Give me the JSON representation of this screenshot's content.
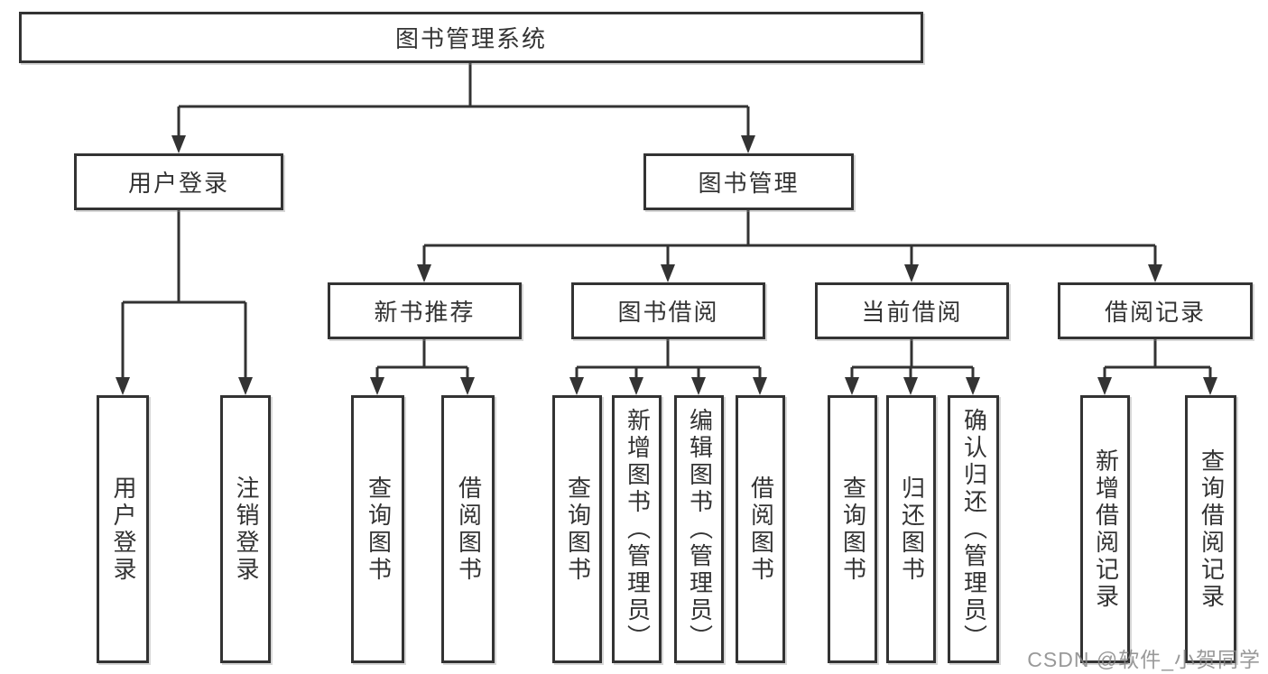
{
  "diagram": {
    "title": "图书管理系统",
    "root": {
      "label": "图书管理系统"
    },
    "level2": [
      {
        "label": "用户登录"
      },
      {
        "label": "图书管理"
      }
    ],
    "level3": [
      {
        "label": "新书推荐",
        "parent": "图书管理"
      },
      {
        "label": "图书借阅",
        "parent": "图书管理"
      },
      {
        "label": "当前借阅",
        "parent": "图书管理"
      },
      {
        "label": "借阅记录",
        "parent": "图书管理"
      }
    ],
    "leaves": [
      {
        "label": "用户登录",
        "parent": "用户登录"
      },
      {
        "label": "注销登录",
        "parent": "用户登录"
      },
      {
        "label": "查询图书",
        "parent": "新书推荐"
      },
      {
        "label": "借阅图书",
        "parent": "新书推荐"
      },
      {
        "label": "查询图书",
        "parent": "图书借阅"
      },
      {
        "label": "新增图书（管理员）",
        "parent": "图书借阅"
      },
      {
        "label": "编辑图书（管理员）",
        "parent": "图书借阅"
      },
      {
        "label": "借阅图书",
        "parent": "图书借阅"
      },
      {
        "label": "查询图书",
        "parent": "当前借阅"
      },
      {
        "label": "归还图书",
        "parent": "当前借阅"
      },
      {
        "label": "确认归还（管理员）",
        "parent": "当前借阅"
      },
      {
        "label": "新增借阅记录",
        "parent": "借阅记录"
      },
      {
        "label": "查询借阅记录",
        "parent": "借阅记录"
      }
    ]
  },
  "watermark": {
    "text": "CSDN @软件_小贺同学"
  },
  "colors": {
    "line": "#333333",
    "text": "#333333",
    "box_background": "#ffffff",
    "watermark": "#878787"
  }
}
